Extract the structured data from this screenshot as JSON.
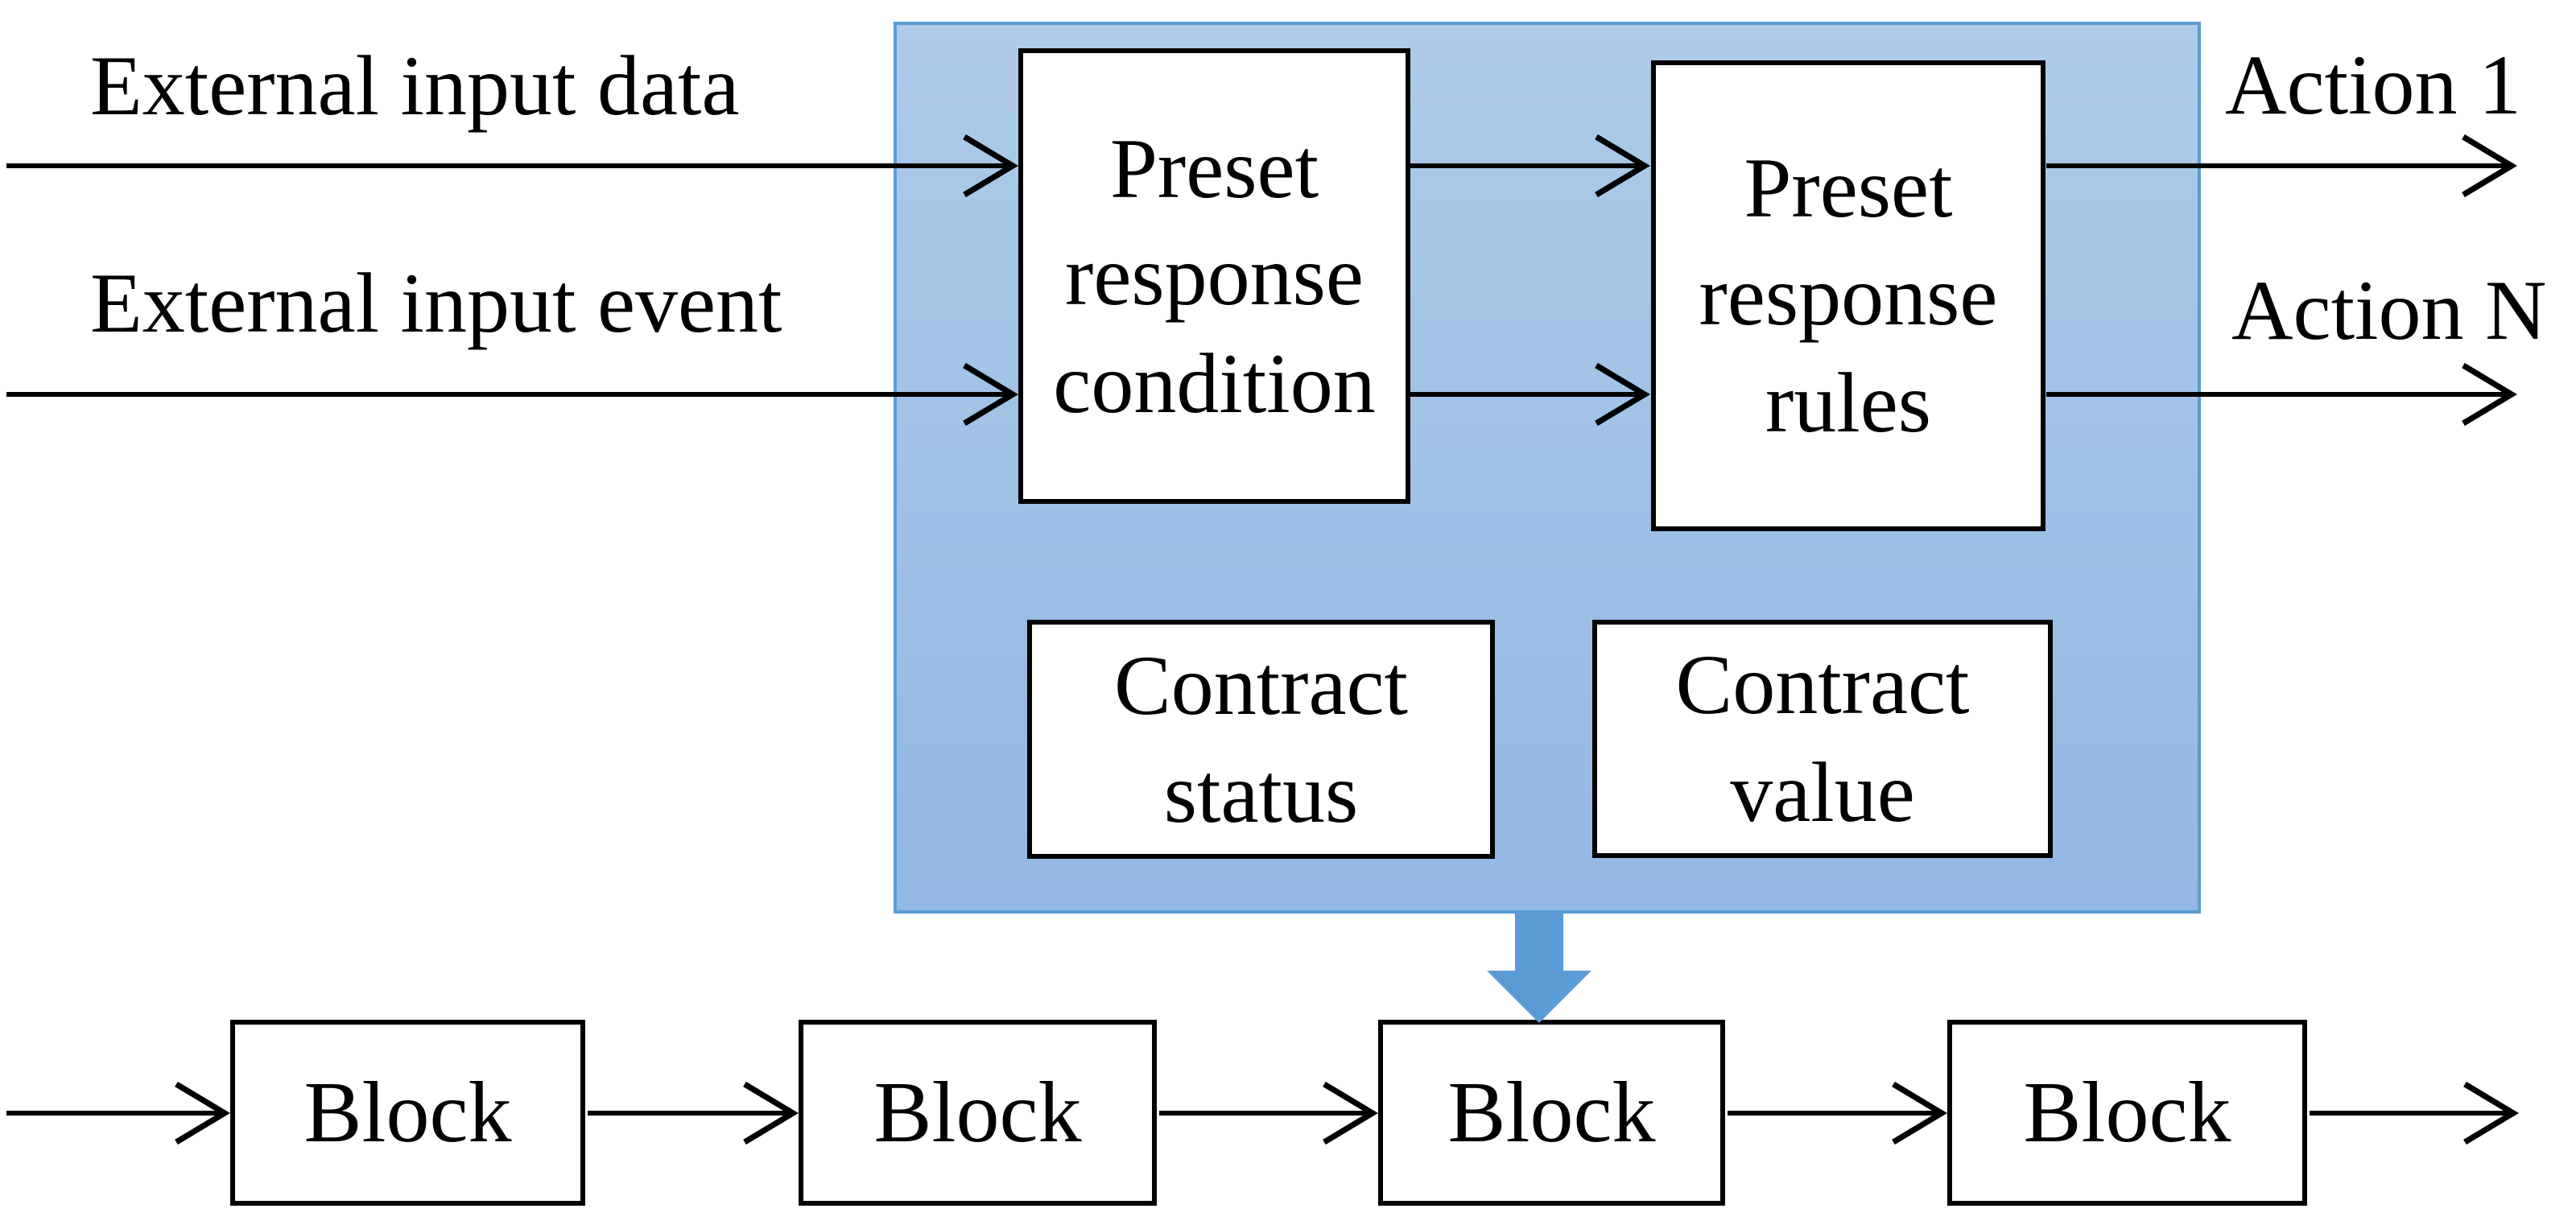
{
  "figure": {
    "inputs": [
      {
        "label": "External input data"
      },
      {
        "label": "External input event"
      }
    ],
    "outputs": [
      {
        "label": "Action 1"
      },
      {
        "label": "Action N"
      }
    ],
    "contract_panel": {
      "condition_box": "Preset response condition",
      "rules_box": "Preset response rules",
      "status_box": "Contract status",
      "value_box": "Contract value",
      "fill_top": "#aecbe9",
      "fill_bottom": "#92b8e3",
      "border_color": "#5b9bd5",
      "down_arrow_color": "#5b9bd5"
    },
    "blockchain": {
      "blocks": [
        "Block",
        "Block",
        "Block",
        "Block"
      ]
    },
    "line_color": "#000000"
  }
}
